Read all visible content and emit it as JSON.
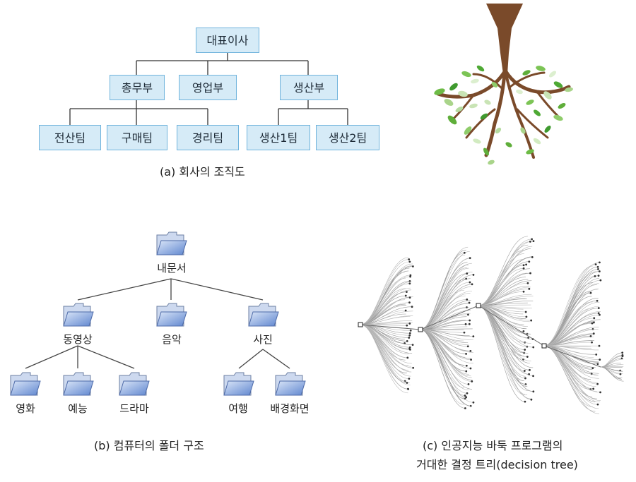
{
  "org_chart": {
    "top": "대표이사",
    "departments": [
      "총무부",
      "영업부",
      "생산부"
    ],
    "teams": [
      "전산팀",
      "구매팀",
      "경리팀",
      "생산1팀",
      "생산2팀"
    ],
    "caption": "(a) 회사의 조직도"
  },
  "folder_tree": {
    "root": "내문서",
    "level1": [
      "동영상",
      "음악",
      "사진"
    ],
    "level2": [
      "영화",
      "예능",
      "드라마",
      "여행",
      "배경화면"
    ],
    "caption": "(b) 컴퓨터의 폴더 구조"
  },
  "decision_tree": {
    "caption_line1": "(c) 인공지능 바둑 프로그램의",
    "caption_line2": "거대한 결정 트리(decision tree)"
  },
  "colors": {
    "box_fill": "#d6ebf7",
    "box_border": "#6fb3dc",
    "trunk": "#7a4a2a",
    "leaf": "#5fae3a",
    "folder_front": "#6f93d6",
    "folder_back": "#c9d8f2"
  },
  "icons": {
    "folder": "folder-icon",
    "tree": "tree-roots-illustration"
  }
}
